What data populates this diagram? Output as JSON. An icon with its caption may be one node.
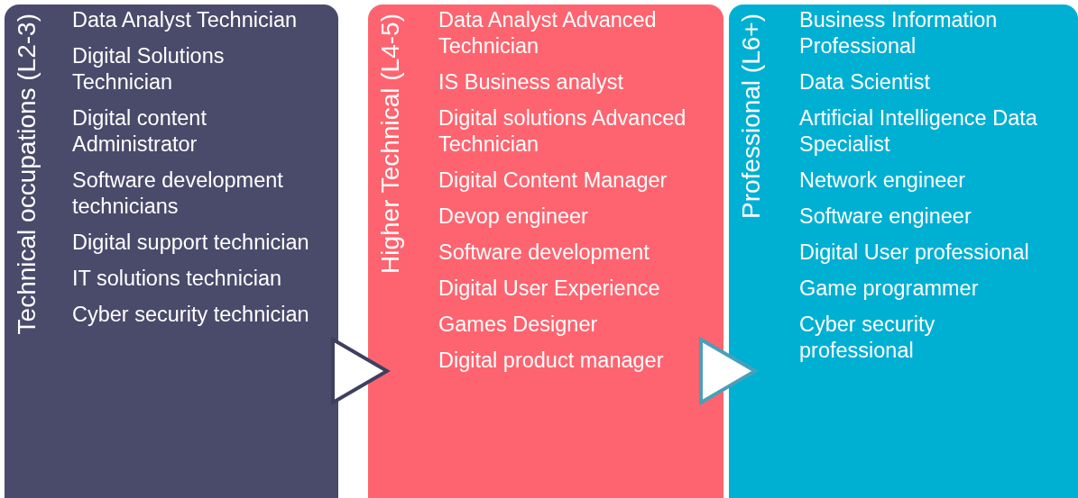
{
  "diagram": {
    "nodes": [
      {
        "text": [
          "Technical occupations (L2-3)",
          "Data Analyst Technician",
          "Digital Solutions Technician",
          "Digital content Administrator",
          "Software development technicians",
          "Digital support technician",
          "IT solutions technician",
          "Cyber security technician"
        ]
      },
      {
        "text": [
          "Higher Technical (L4-5)",
          "Data Analyst Advanced Technician",
          "IS Business analyst",
          "Digital solutions Advanced Technician",
          "Digital Content Manager",
          "Devop engineer",
          "Software development",
          "Digital User Experience",
          "Games Designer",
          "Digital product manager"
        ]
      },
      {
        "text": [
          "Professional (L6+)",
          "Business Information Professional",
          "Data Scientist",
          "Artificial Intelligence Data Specialist",
          "Network engineer",
          "Software engineer",
          "Digital User professional",
          "Game programmer",
          "Cyber security professional"
        ]
      }
    ],
    "edges": [
      {
        "from": 0,
        "to": 1,
        "arrow": "to",
        "color": "#3f3f60"
      },
      {
        "from": 1,
        "to": 2,
        "arrow": "to",
        "color": "#4a9fb8"
      }
    ]
  }
}
